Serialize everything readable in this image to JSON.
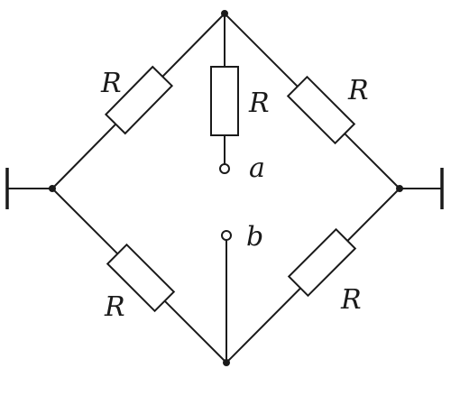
{
  "labels": {
    "r_top_left": "R",
    "r_middle": "R",
    "r_top_right": "R",
    "r_bottom_left": "R",
    "r_bottom_right": "R",
    "terminal_a": "a",
    "terminal_b": "b"
  }
}
